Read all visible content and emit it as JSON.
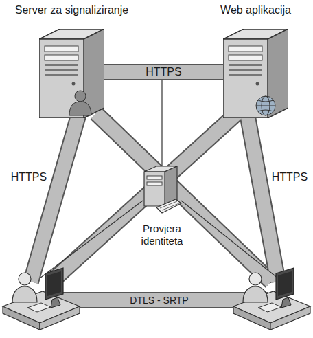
{
  "diagram": {
    "nodes": [
      {
        "text": [
          "Server za signaliziranje"
        ]
      },
      {
        "text": [
          "Web aplikacija"
        ]
      },
      {
        "text": [
          "Provjera identiteta"
        ]
      }
    ],
    "edges": [
      {
        "from": 0,
        "to": 1,
        "arrow": "none",
        "label": "HTTPS"
      }
    ],
    "labels": [
      "HTTPS",
      "HTTPS",
      "DTLS - SRTP"
    ]
  }
}
